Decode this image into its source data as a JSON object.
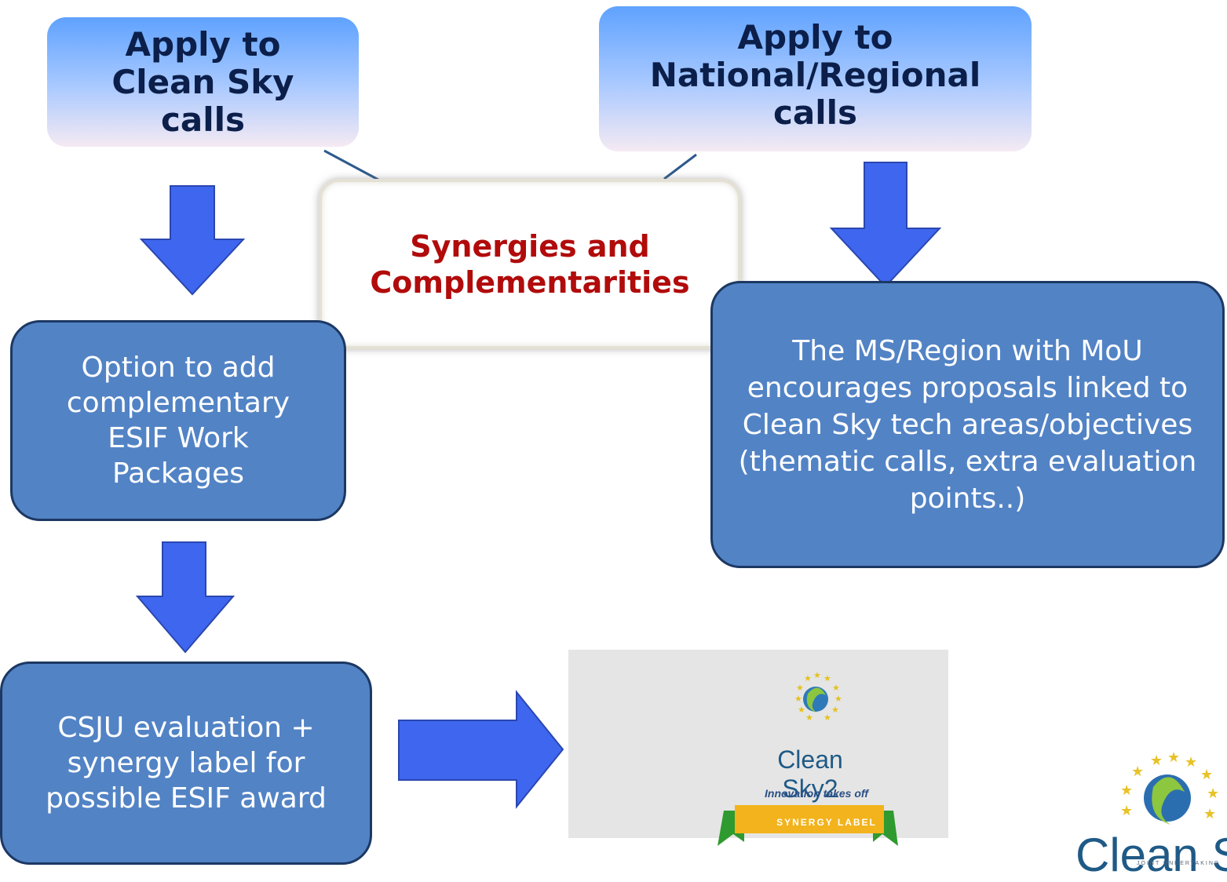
{
  "boxes": {
    "apply_clean_sky": "Apply to Clean Sky calls",
    "apply_national": "Apply to National/Regional calls",
    "synergies": "Synergies and Complementarities",
    "option_esif": "Option to add complementary ESIF Work Packages",
    "ms_region": "The MS/Region with MoU encourages proposals linked to Clean Sky  tech areas/objectives (thematic calls, extra evaluation points..)",
    "csju_evaluation": "CSJU evaluation + synergy label for possible ESIF award"
  },
  "synergy_label": {
    "logo_text": "Clean Sky2",
    "tagline": "Innovation takes off",
    "ribbon": "SYNERGY LABEL"
  },
  "corner_logo": {
    "text": "Clean Sky",
    "subtitle": "JOINT UNDERTAKING"
  },
  "colors": {
    "arrow": "#3f66ee",
    "box_fill": "#5283c5",
    "synergy_text": "#b10b0b",
    "top_box_gradient_start": "#5fa2ff"
  }
}
